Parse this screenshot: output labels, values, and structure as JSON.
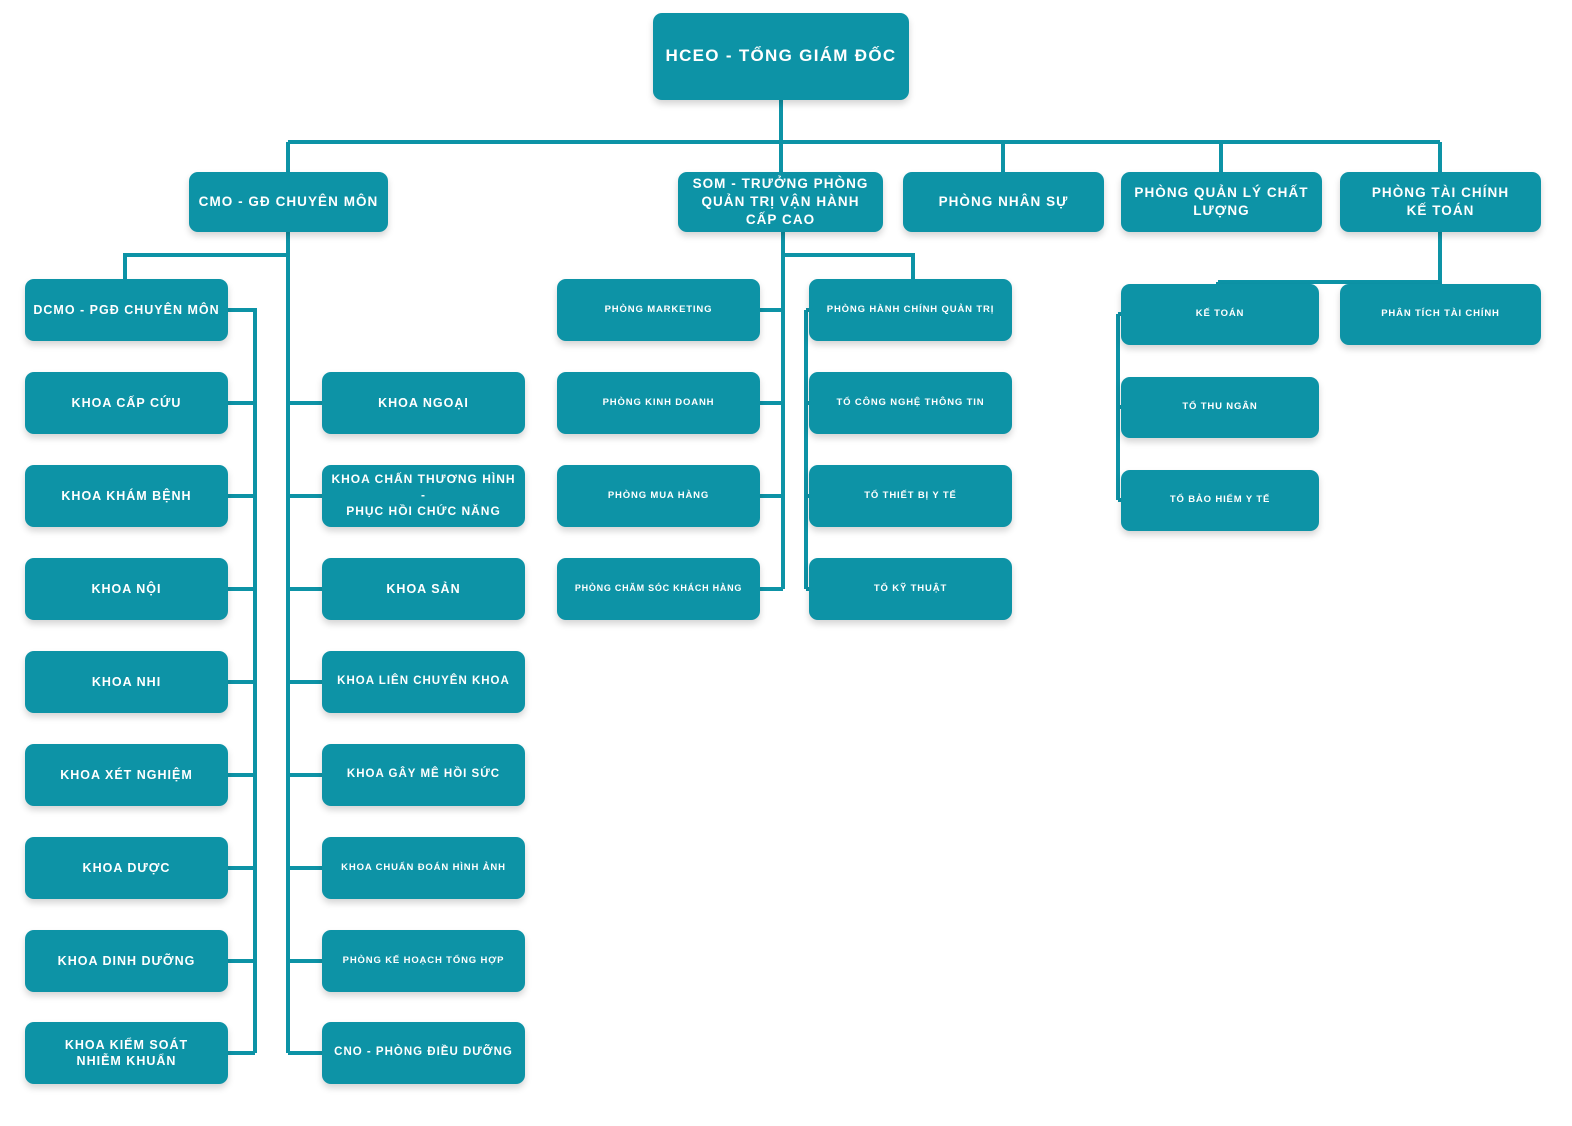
{
  "theme": {
    "node_fill": "#0d93a6",
    "connector": "#0d93a6",
    "text": "#ffffff",
    "background": "#ffffff"
  },
  "chart_title": "",
  "org_chart": {
    "type": "org-hierarchy",
    "root": {
      "id": "hceo",
      "label": "HCEO - TỔNG GIÁM ĐỐC"
    },
    "level1": [
      {
        "id": "cmo",
        "label": "CMO - GĐ CHUYÊN MÔN"
      },
      {
        "id": "som",
        "label": "SOM - TRƯỞNG PHÒNG\nQUẢN TRỊ VẬN HÀNH CẤP CAO"
      },
      {
        "id": "phong-nhan-su",
        "label": "PHÒNG NHÂN SỰ"
      },
      {
        "id": "phong-quan-ly-chat-luong",
        "label": "PHÒNG QUẢN LÝ CHẤT LƯỢNG"
      },
      {
        "id": "phong-tai-chinh-ke-toan",
        "label": "PHÒNG TÀI CHÍNH\nKẾ TOÁN"
      }
    ],
    "cmo_column_left": [
      {
        "id": "dcmo",
        "label": "DCMO - PGĐ CHUYÊN MÔN"
      },
      {
        "id": "khoa-cap-cuu",
        "label": "KHOA CẤP CỨU"
      },
      {
        "id": "khoa-kham-benh",
        "label": "KHOA KHÁM BỆNH"
      },
      {
        "id": "khoa-noi",
        "label": "KHOA NỘI"
      },
      {
        "id": "khoa-nhi",
        "label": "KHOA NHI"
      },
      {
        "id": "khoa-xet-nghiem",
        "label": "KHOA XÉT NGHIỆM"
      },
      {
        "id": "khoa-duoc",
        "label": "KHOA DƯỢC"
      },
      {
        "id": "khoa-dinh-duong",
        "label": "KHOA DINH DƯỠNG"
      },
      {
        "id": "khoa-kiem-soat-nhiem-khuan",
        "label": "KHOA KIỂM SOÁT\nNHIỄM KHUẨN"
      }
    ],
    "cmo_column_right": [
      {
        "id": "khoa-ngoai",
        "label": "KHOA NGOẠI"
      },
      {
        "id": "khoa-chan-thuong-hinh-phuc-hoi-chuc-nang",
        "label": "KHOA CHẤN THƯƠNG HÌNH  -\nPHỤC HỒI CHỨC NĂNG"
      },
      {
        "id": "khoa-san",
        "label": "KHOA SẢN"
      },
      {
        "id": "khoa-lien-chuyen-khoa",
        "label": "KHOA LIÊN CHUYÊN KHOA"
      },
      {
        "id": "khoa-gay-me-hoi-suc",
        "label": "KHOA GÂY MÊ HỒI SỨC"
      },
      {
        "id": "khoa-chuan-doan-hinh-anh",
        "label": "KHOA CHUẨN ĐOÁN HÌNH ẢNH"
      },
      {
        "id": "phong-ke-hoach-tong-hop",
        "label": "PHÒNG KẾ HOẠCH TỔNG HỢP"
      },
      {
        "id": "cno-phong-dieu-duong",
        "label": "CNO - PHÒNG ĐIỀU DƯỠNG"
      }
    ],
    "som_column_left": [
      {
        "id": "phong-marketing",
        "label": "PHÒNG MARKETING"
      },
      {
        "id": "phong-kinh-doanh",
        "label": "PHÒNG KINH DOANH"
      },
      {
        "id": "phong-mua-hang",
        "label": "PHÒNG MUA HÀNG"
      },
      {
        "id": "phong-cham-soc-khach-hang",
        "label": "PHÒNG CHĂM SÓC KHÁCH HÀNG"
      }
    ],
    "som_column_right": [
      {
        "id": "phong-hanh-chinh-quan-tri",
        "label": "PHÒNG HÀNH CHÍNH QUẢN TRỊ"
      },
      {
        "id": "to-cong-nghe-thong-tin",
        "label": "TỔ CÔNG NGHỆ THÔNG TIN"
      },
      {
        "id": "to-thiet-bi-y-te",
        "label": "TỔ THIẾT BỊ Y TẾ"
      },
      {
        "id": "to-ky-thuat",
        "label": "TỔ KỸ THUẬT"
      }
    ],
    "finance_column_left": [
      {
        "id": "ke-toan",
        "label": "KẾ TOÁN"
      },
      {
        "id": "to-thu-ngan",
        "label": "TỔ THU NGÂN"
      },
      {
        "id": "to-bao-hiem-y-te",
        "label": "TỔ BẢO HIỂM Y TẾ"
      }
    ],
    "finance_column_right": [
      {
        "id": "phan-tich-tai-chinh",
        "label": "PHÂN TÍCH TÀI CHÍNH"
      }
    ]
  }
}
